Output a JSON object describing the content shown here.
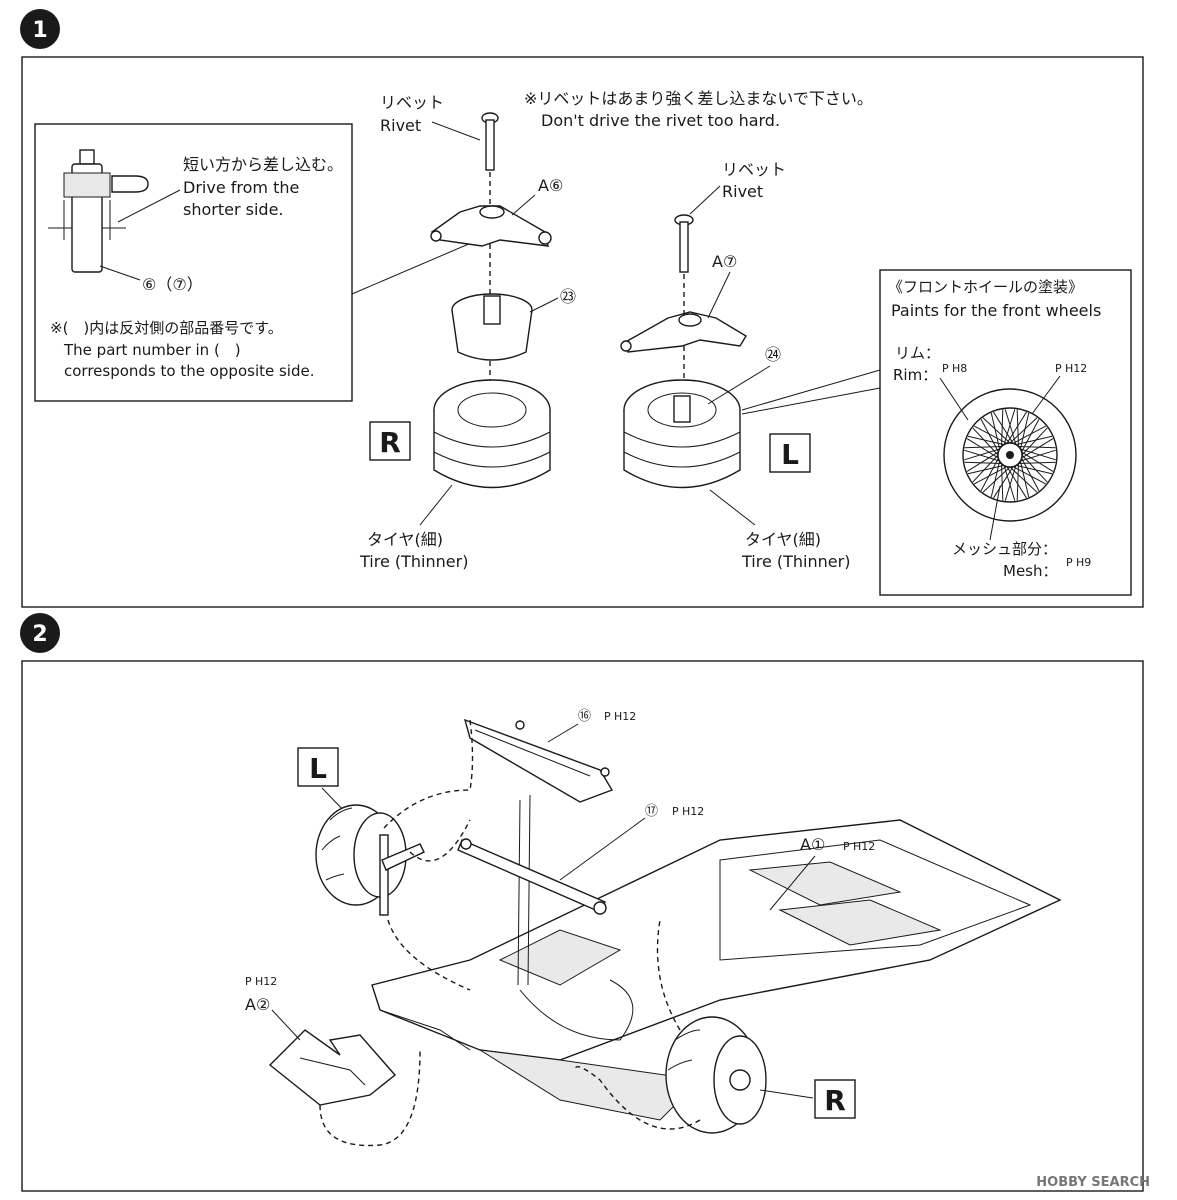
{
  "steps": [
    {
      "number": "1",
      "detail_box": {
        "drive_jp": "短い方から差し込む。",
        "drive_en_1": "Drive from the",
        "drive_en_2": "shorter side.",
        "part_ref": "⑥（⑦）",
        "note_jp": "※(　)内は反対側の部品番号です。",
        "note_en_1": "The part number in (　)",
        "note_en_2": "corresponds to the opposite side."
      },
      "rivet_jp": "リベット",
      "rivet_en": "Rivet",
      "caution_jp": "※リベットはあまり強く差し込まないで下さい。",
      "caution_en": "Don't drive the rivet too hard.",
      "parts": {
        "right_hub": "A⑥",
        "left_hub": "A⑦",
        "right_wheel": "㉓",
        "left_wheel": "㉔"
      },
      "side_right": "R",
      "side_left": "L",
      "tire_jp": "タイヤ(細)",
      "tire_en": "Tire (Thinner)",
      "paint_box": {
        "title_jp": "《フロントホイールの塗装》",
        "title_en": "Paints for the front wheels",
        "rim_jp": "リム：",
        "rim_en": "Rim：",
        "rim_paint": "H8",
        "center_paint": "H12",
        "mesh_jp": "メッシュ部分：",
        "mesh_en": "Mesh：",
        "mesh_paint": "H9"
      }
    },
    {
      "number": "2",
      "side_left": "L",
      "side_right": "R",
      "parts": {
        "crossmember": "⑯",
        "crossmember_paint": "H12",
        "tie_rod": "⑰",
        "tie_rod_paint": "H12",
        "chassis": "A①",
        "chassis_paint": "H12",
        "front_plate": "A②",
        "front_plate_paint": "H12"
      }
    }
  ],
  "paint_prefix": "P",
  "watermark": "HOBBY SEARCH"
}
